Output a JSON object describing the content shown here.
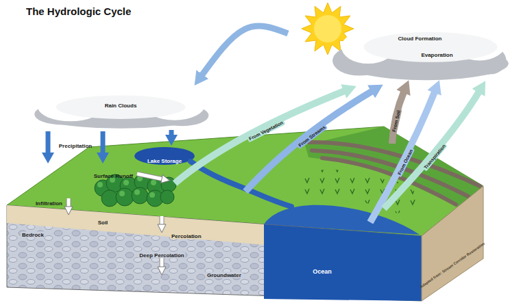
{
  "diagram": {
    "title": "The Hydrologic Cycle",
    "nodes": [
      {
        "text": [
          "Rain Clouds"
        ]
      },
      {
        "text": [
          "Cloud Formation",
          "Evaporation"
        ]
      }
    ],
    "edges": [
      {
        "from": 1,
        "to": 0,
        "arrow": "to"
      }
    ],
    "labels": [
      "Precipitation",
      "Lake Storage",
      "Surface Runoff",
      "From Vegetation",
      "From Streams",
      "From Soil",
      "From Ocean",
      "Transpiration",
      "Infiltration",
      "Soil",
      "Bedrock",
      "Percolation",
      "Deep Percolation",
      "Groundwater",
      "Ocean",
      "Adapted from: Stream Corridor Restoration"
    ]
  }
}
